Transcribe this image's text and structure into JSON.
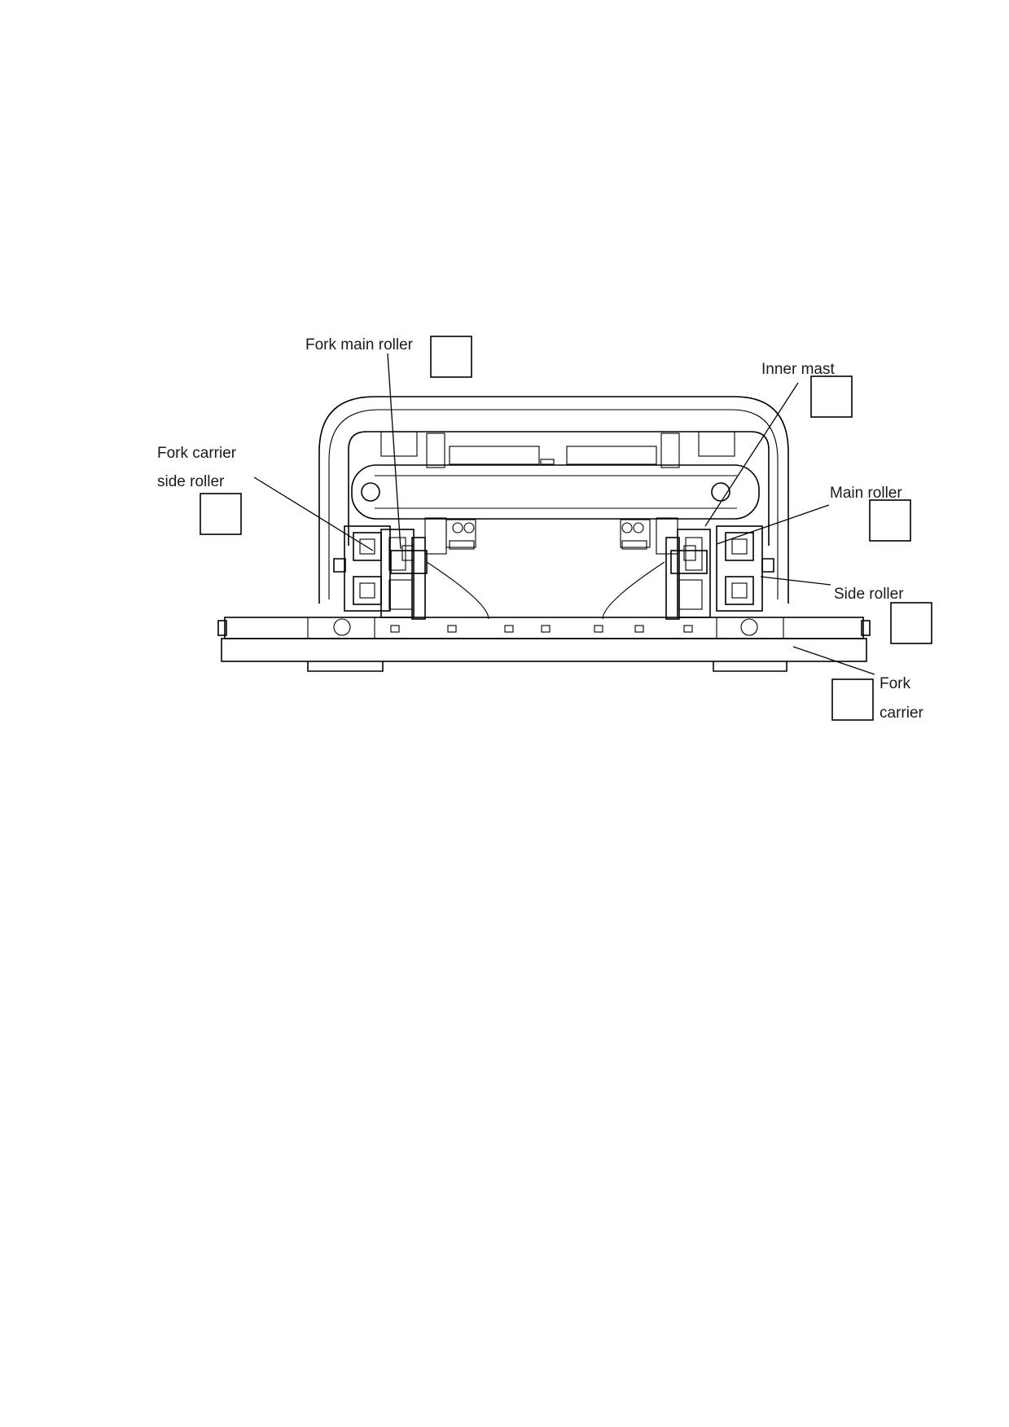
{
  "labels": {
    "fork_main_roller": "Fork main roller",
    "inner_mast": "Inner mast",
    "fork_carrier_side_roller_line1": "Fork carrier",
    "fork_carrier_side_roller_line2": "side  roller",
    "main_roller": "Main roller",
    "side_roller": "Side roller",
    "fork_carrier_line1": "Fork",
    "fork_carrier_line2": "carrier"
  }
}
